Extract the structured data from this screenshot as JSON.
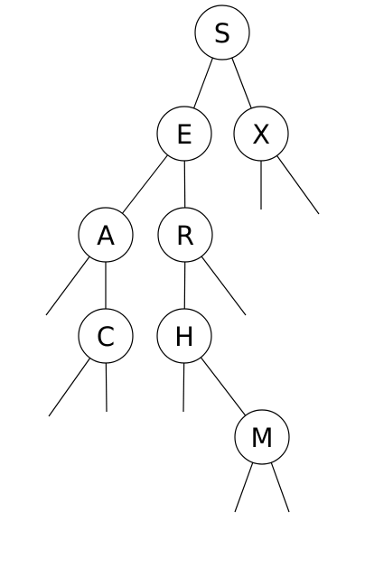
{
  "diagram": {
    "nodes": [
      {
        "id": "S",
        "label": "S"
      },
      {
        "id": "E",
        "label": "E"
      },
      {
        "id": "X",
        "label": "X"
      },
      {
        "id": "A",
        "label": "A"
      },
      {
        "id": "R",
        "label": "R"
      },
      {
        "id": "C",
        "label": "C"
      },
      {
        "id": "H",
        "label": "H"
      },
      {
        "id": "M",
        "label": "M"
      }
    ],
    "edges": [
      {
        "from": "S",
        "to": "E"
      },
      {
        "from": "S",
        "to": "X"
      },
      {
        "from": "E",
        "to": "A"
      },
      {
        "from": "E",
        "to": "R"
      },
      {
        "from": "A",
        "to": "C"
      },
      {
        "from": "R",
        "to": "H"
      },
      {
        "from": "H",
        "to": "M"
      }
    ],
    "null_links": [
      {
        "from": "X",
        "side": "left"
      },
      {
        "from": "X",
        "side": "right"
      },
      {
        "from": "A",
        "side": "left"
      },
      {
        "from": "R",
        "side": "right"
      },
      {
        "from": "C",
        "side": "left"
      },
      {
        "from": "C",
        "side": "right"
      },
      {
        "from": "H",
        "side": "left"
      },
      {
        "from": "M",
        "side": "left"
      },
      {
        "from": "M",
        "side": "right"
      }
    ]
  }
}
